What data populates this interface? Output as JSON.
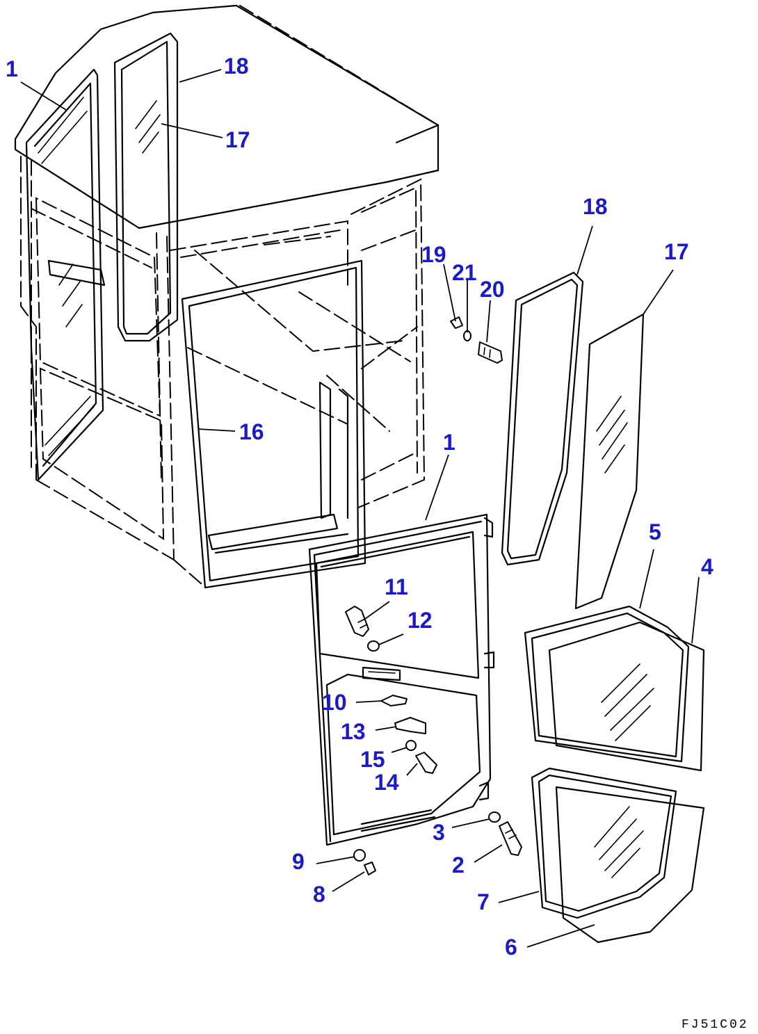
{
  "colors": {
    "callout": "#1a1acc",
    "lines": "#000000",
    "background": "#ffffff"
  },
  "callouts": {
    "c1_top": "1",
    "c18_top": "18",
    "c17_top": "17",
    "c16": "16",
    "c19": "19",
    "c21": "21",
    "c20": "20",
    "c18_right": "18",
    "c17_right": "17",
    "c1_door": "1",
    "c11": "11",
    "c12": "12",
    "c10": "10",
    "c13": "13",
    "c15": "15",
    "c14": "14",
    "c5": "5",
    "c4": "4",
    "c3": "3",
    "c2": "2",
    "c9": "9",
    "c8": "8",
    "c7": "7",
    "c6": "6"
  },
  "drawing_code": "FJ51C02"
}
